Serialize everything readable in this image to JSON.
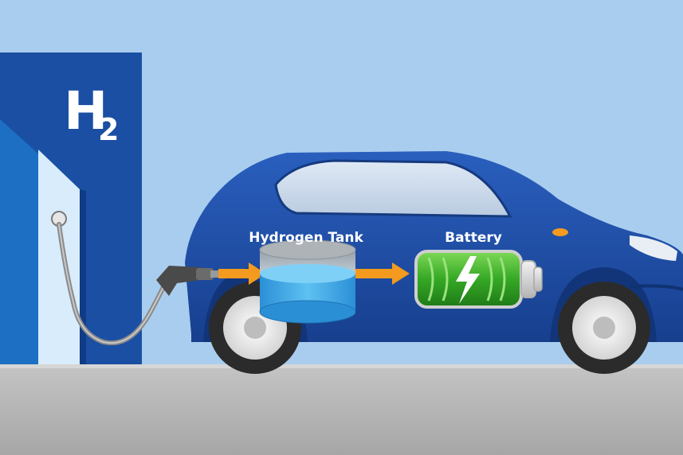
{
  "station": {
    "formula": "H",
    "subscript": "2"
  },
  "labels": {
    "tank": "Hydrogen Tank",
    "battery": "Battery"
  },
  "colors": {
    "sky": "#a9cdee",
    "station_blue": "#1a4fa3",
    "car_blue": "#1f4fa8",
    "arrow_orange": "#f39a1f",
    "battery_green": "#3fb62f",
    "tank_water": "#39a7e6",
    "ground": "#b3b3b3"
  },
  "icons": [
    "hydrogen-station",
    "fuel-nozzle",
    "hydrogen-tank",
    "battery-bolt-icon",
    "flow-arrow"
  ]
}
